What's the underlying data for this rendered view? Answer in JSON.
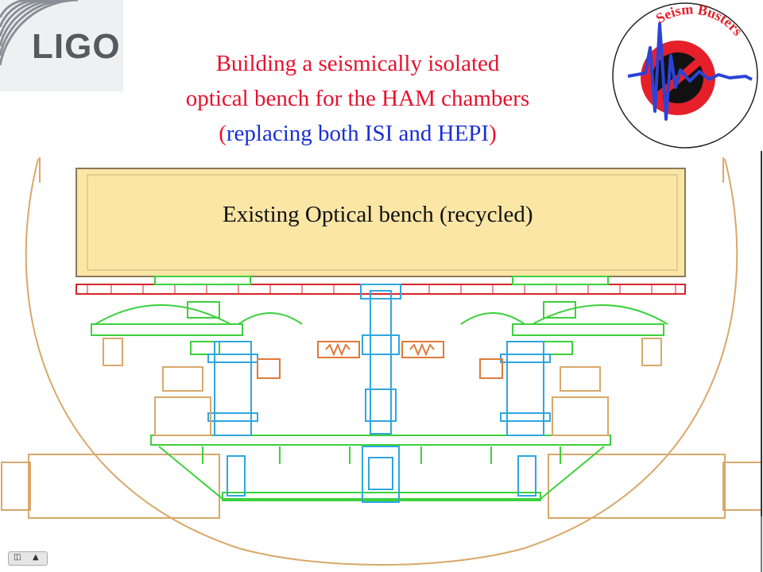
{
  "logo": {
    "text": "LIGO"
  },
  "title": {
    "line1": "Building a seismically isolated",
    "line2": "optical  bench for the HAM chambers",
    "line3_open": "(",
    "line3_mid": "replacing both ISI and HEPI",
    "line3_close": ")"
  },
  "badge": {
    "text": "Seism Busters"
  },
  "drawing": {
    "bench_label": "Existing Optical bench (recycled)"
  },
  "nav": {
    "prev_glyph": "◫",
    "up_glyph": "▲"
  },
  "colors": {
    "title_red": "#e8112d",
    "title_blue": "#1a2fd6",
    "bench_fill": "#fbe6a6",
    "green": "#3bd13b",
    "cyan": "#2fa6e0",
    "orange": "#e07a3a",
    "red": "#d7262a",
    "tan": "#d9a86a"
  }
}
